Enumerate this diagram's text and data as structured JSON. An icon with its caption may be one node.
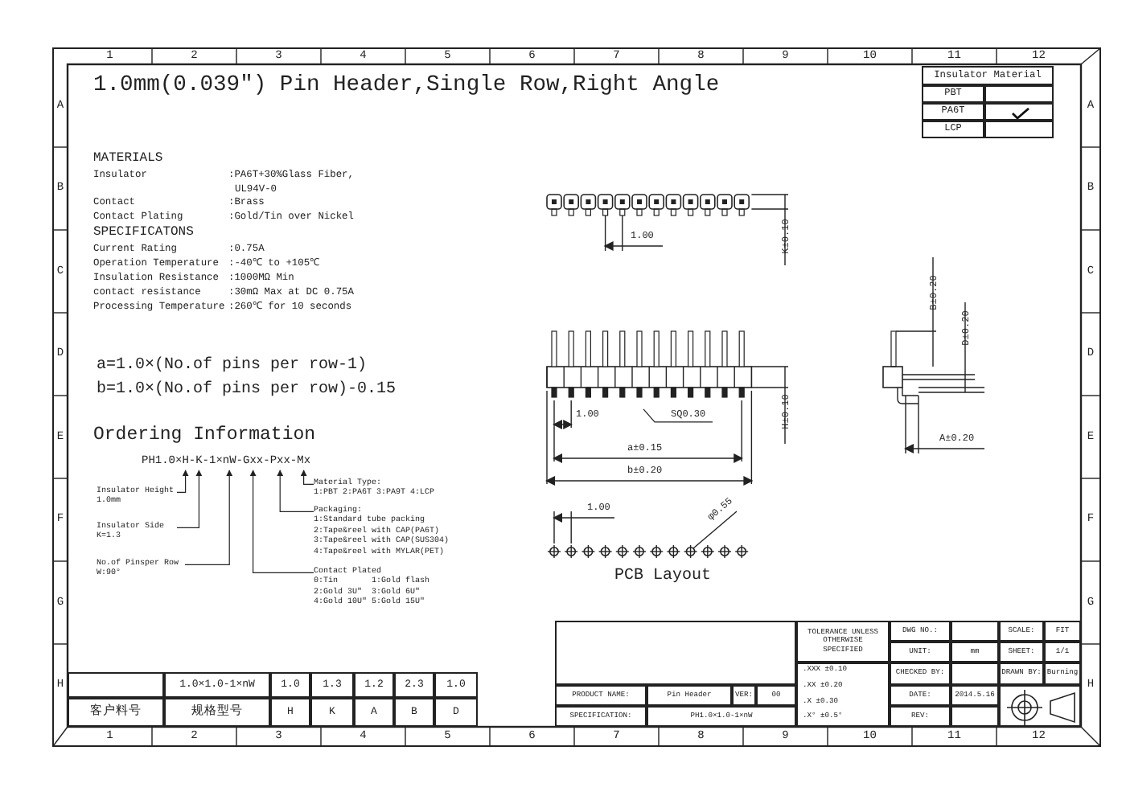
{
  "diagram": {
    "title": "1.0mm(0.039″) Pin Header,Single Row,Right Angle",
    "nodes": [
      {
        "text": [
          "PH1.0×H-K-1×nW-Gxx-Pxx-Mx"
        ]
      },
      {
        "text": [
          "Insulator Height",
          "1.0mm"
        ]
      },
      {
        "text": [
          "Insulator Side",
          "K=1.3"
        ]
      },
      {
        "text": [
          "No.of Pinsper Row",
          "W:90°"
        ]
      },
      {
        "text": [
          "Contact Plated",
          "0:Tin",
          "1:Gold flash",
          "2:Gold 3U\"",
          "3:Gold 6U\"",
          "4:Gold 10U\"",
          "5:Gold 15U\""
        ]
      },
      {
        "text": [
          "Packaging:",
          "1:Standard tube packing",
          "2:Tape&reel with CAP(PA6T)",
          "3:Tape&reel with CAP(SUS304)",
          "4:Tape&reel with MYLAR(PET)"
        ]
      },
      {
        "text": [
          "Material Type:",
          "1:PBT 2:PA6T 3:PA9T 4:LCP"
        ]
      },
      {
        "text": [
          "SQ0.30"
        ]
      }
    ],
    "edges": [
      {
        "from": 1,
        "to": 0,
        "arrow": "to"
      },
      {
        "from": 2,
        "to": 0,
        "arrow": "to"
      },
      {
        "from": 3,
        "to": 0,
        "arrow": "to"
      },
      {
        "from": 4,
        "to": 0,
        "arrow": "to"
      },
      {
        "from": 5,
        "to": 0,
        "arrow": "to"
      },
      {
        "from": 6,
        "to": 0,
        "arrow": "to"
      },
      {
        "from": 7,
        "to": null,
        "arrow": "none"
      }
    ],
    "labels": [
      "1",
      "2",
      "3",
      "4",
      "5",
      "6",
      "7",
      "8",
      "9",
      "10",
      "11",
      "12",
      "A",
      "B",
      "C",
      "D",
      "E",
      "F",
      "G",
      "H",
      "A",
      "B",
      "C",
      "D",
      "E",
      "F",
      "G",
      "H",
      "1",
      "2",
      "3",
      "4",
      "5",
      "6",
      "7",
      "8",
      "9",
      "10",
      "11",
      "12",
      "MATERIALS",
      "Insulator",
      ":PA6T+30%Glass Fiber, UL94V-0",
      "Contact",
      ":Brass",
      "Contact Plating",
      ":Gold/Tin over Nickel",
      "SPECIFICATONS",
      "Current Rating",
      ":0.75A",
      "Operation Temperature",
      ":-40℃ to +105℃",
      "Insulation Resistance",
      ":1000MΩ Min",
      "contact resistance",
      ":30mΩ Max at DC 0.75A",
      "Processing Temperature",
      ":260℃ for 10 seconds",
      "a=1.0×(No.of pins per row-1)",
      "b=1.0×(No.of pins per row)-0.15",
      "Ordering Information",
      "1.00",
      "K±0.10",
      "1.00",
      "H±0.10",
      "a±0.15",
      "b±0.20",
      "B±0.20",
      "D±0.20",
      "A±0.20",
      "1.00",
      "φ0.55",
      "PCB Layout",
      "Insulator Material",
      "PBT",
      "PA6T",
      "LCP",
      "1.0×1.0-1×nW",
      "1.0",
      "1.3",
      "1.2",
      "2.3",
      "1.0",
      "客户料号",
      "规格型号",
      "H",
      "K",
      "A",
      "B",
      "D",
      "TOLERANCE UNLESS OTHERWISE SPECIFIED",
      "DWG NO.:",
      "SCALE:",
      "FIT",
      "UNIT:",
      "mm",
      "SHEET:",
      "1/1",
      "CHECKED BY:",
      "DRAWN BY:",
      "Burning",
      "PRODUCT NAME:",
      "Pin Header",
      "VER:",
      "00",
      ".XXX ±0.10",
      ".XX ±0.20",
      ".X ±0.30",
      ".X° ±0.5°",
      "DATE:",
      "2014.5.16",
      "SPECIFICATION:",
      "PH1.0×1.0-1×nW",
      "REV:"
    ]
  }
}
